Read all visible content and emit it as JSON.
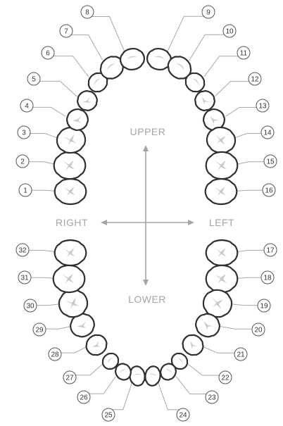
{
  "directions": {
    "upper": "UPPER",
    "lower": "LOWER",
    "right": "RIGHT",
    "left": "LEFT"
  },
  "teeth": [
    {
      "number": 1,
      "label": "1"
    },
    {
      "number": 2,
      "label": "2"
    },
    {
      "number": 3,
      "label": "3"
    },
    {
      "number": 4,
      "label": "4"
    },
    {
      "number": 5,
      "label": "5"
    },
    {
      "number": 6,
      "label": "6"
    },
    {
      "number": 7,
      "label": "7"
    },
    {
      "number": 8,
      "label": "8"
    },
    {
      "number": 9,
      "label": "9"
    },
    {
      "number": 10,
      "label": "10"
    },
    {
      "number": 11,
      "label": "11"
    },
    {
      "number": 12,
      "label": "12"
    },
    {
      "number": 13,
      "label": "13"
    },
    {
      "number": 14,
      "label": "14"
    },
    {
      "number": 15,
      "label": "15"
    },
    {
      "number": 16,
      "label": "16"
    },
    {
      "number": 17,
      "label": "17"
    },
    {
      "number": 18,
      "label": "18"
    },
    {
      "number": 19,
      "label": "19"
    },
    {
      "number": 20,
      "label": "20"
    },
    {
      "number": 21,
      "label": "21"
    },
    {
      "number": 22,
      "label": "22"
    },
    {
      "number": 23,
      "label": "23"
    },
    {
      "number": 24,
      "label": "24"
    },
    {
      "number": 25,
      "label": "25"
    },
    {
      "number": 26,
      "label": "26"
    },
    {
      "number": 27,
      "label": "27"
    },
    {
      "number": 28,
      "label": "28"
    },
    {
      "number": 29,
      "label": "29"
    },
    {
      "number": 30,
      "label": "30"
    },
    {
      "number": 31,
      "label": "31"
    },
    {
      "number": 32,
      "label": "32"
    }
  ]
}
